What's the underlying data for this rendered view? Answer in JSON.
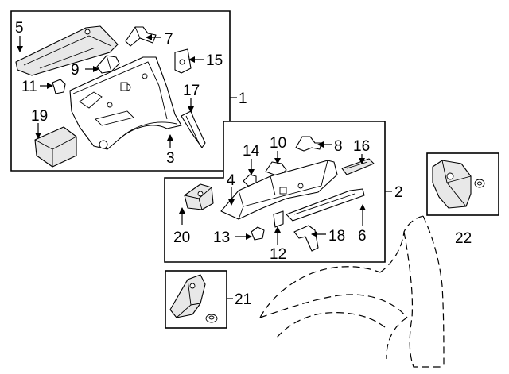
{
  "diagram": {
    "labels": {
      "c1": "1",
      "c2": "2",
      "c3": "3",
      "c4": "4",
      "c5": "5",
      "c6": "6",
      "c7": "7",
      "c8": "8",
      "c9": "9",
      "c10": "10",
      "c11": "11",
      "c12": "12",
      "c13": "13",
      "c14": "14",
      "c15": "15",
      "c16": "16",
      "c17": "17",
      "c18": "18",
      "c19": "19",
      "c20": "20",
      "c21": "21",
      "c22": "22"
    }
  }
}
